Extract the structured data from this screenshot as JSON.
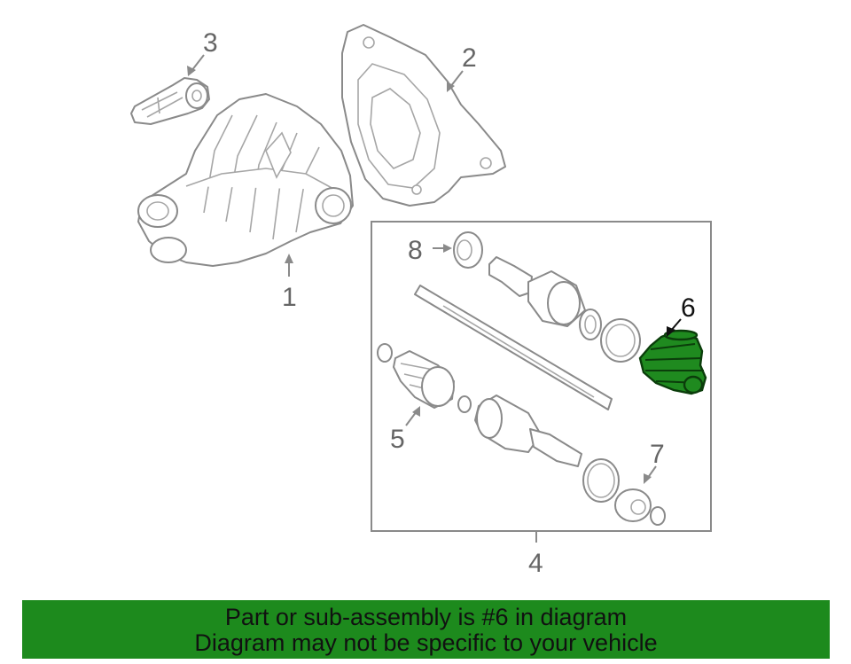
{
  "diagram": {
    "callouts": [
      {
        "id": "1",
        "label": "1"
      },
      {
        "id": "2",
        "label": "2"
      },
      {
        "id": "3",
        "label": "3"
      },
      {
        "id": "4",
        "label": "4"
      },
      {
        "id": "5",
        "label": "5"
      },
      {
        "id": "6",
        "label": "6"
      },
      {
        "id": "7",
        "label": "7"
      },
      {
        "id": "8",
        "label": "8"
      }
    ],
    "highlighted_part": "6",
    "highlight_color": "#1f8a1f"
  },
  "banner": {
    "line1": "Part or sub-assembly is #6 in diagram",
    "line2": "Diagram may not be specific to your vehicle",
    "background": "#1d8a1d"
  }
}
